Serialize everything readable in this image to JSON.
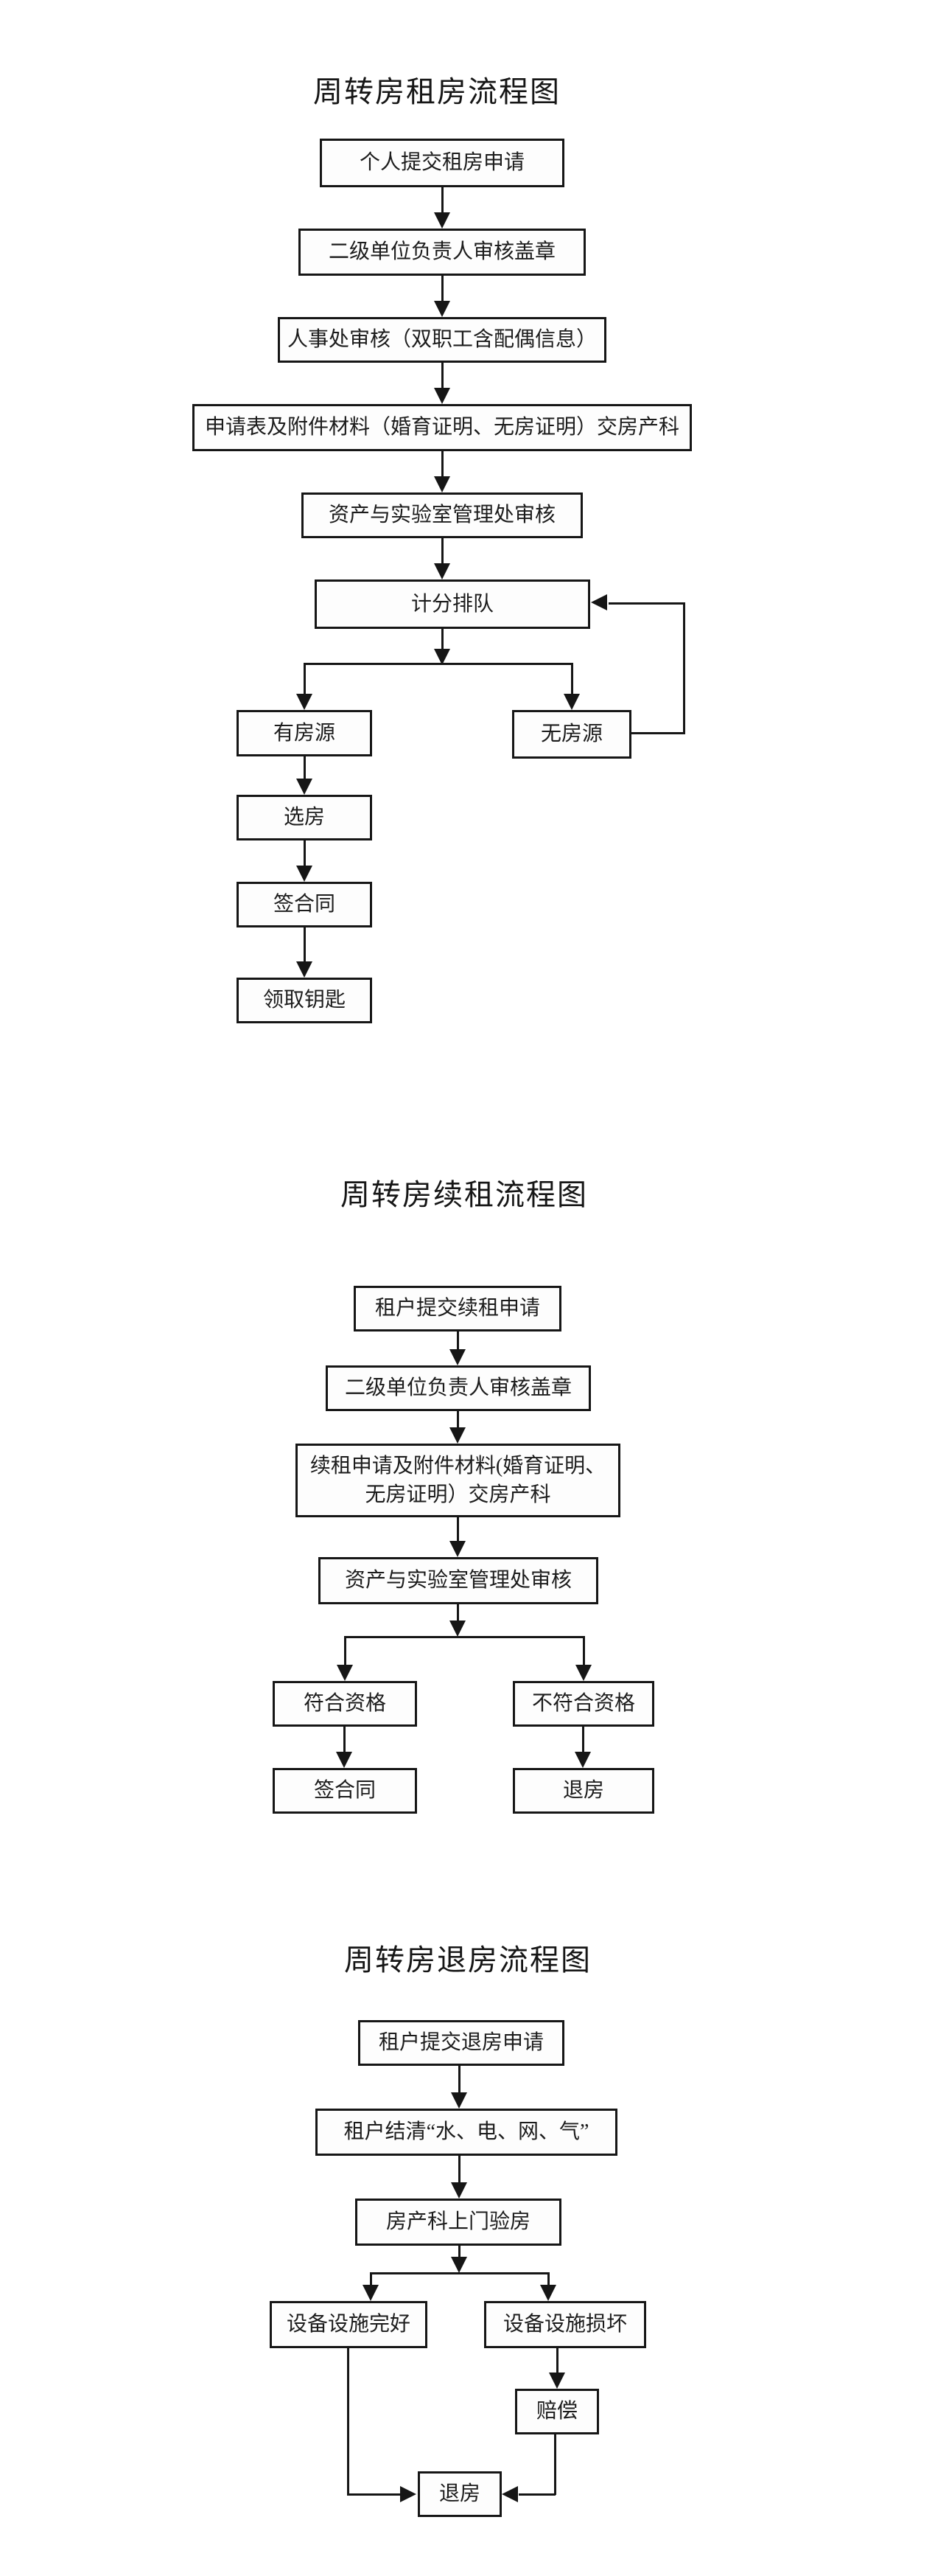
{
  "colors": {
    "ink": "#161616",
    "background": "#ffffff",
    "node_fill": "#fdfdfd"
  },
  "charts": [
    {
      "title": "周转房租房流程图",
      "nodes": [
        {
          "label": "个人提交租房申请"
        },
        {
          "label": "二级单位负责人审核盖章"
        },
        {
          "label": "人事处审核（双职工含配偶信息）"
        },
        {
          "label": "申请表及附件材料（婚育证明、无房证明）交房产科"
        },
        {
          "label": "资产与实验室管理处审核"
        },
        {
          "label": "计分排队"
        },
        {
          "label": "有房源"
        },
        {
          "label": "无房源"
        },
        {
          "label": "选房"
        },
        {
          "label": "签合同"
        },
        {
          "label": "领取钥匙"
        }
      ]
    },
    {
      "title": "周转房续租流程图",
      "nodes": [
        {
          "label": "租户提交续租申请"
        },
        {
          "label": "二级单位负责人审核盖章"
        },
        {
          "line1": "续租申请及附件材料(婚育证明、",
          "line2": "无房证明）交房产科"
        },
        {
          "label": "资产与实验室管理处审核"
        },
        {
          "label": "符合资格"
        },
        {
          "label": "不符合资格"
        },
        {
          "label": "签合同"
        },
        {
          "label": "退房"
        }
      ]
    },
    {
      "title": "周转房退房流程图",
      "nodes": [
        {
          "label": "租户提交退房申请"
        },
        {
          "label": "租户结清“水、电、网、气”"
        },
        {
          "label": "房产科上门验房"
        },
        {
          "label": "设备设施完好"
        },
        {
          "label": "设备设施损坏"
        },
        {
          "label": "赔偿"
        },
        {
          "label": "退房"
        }
      ]
    }
  ]
}
